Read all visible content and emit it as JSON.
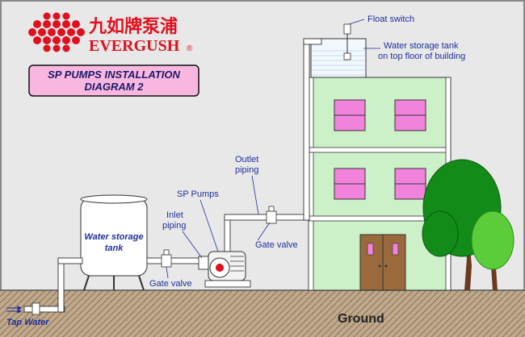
{
  "brand": {
    "chinese_name": "九如牌泵浦",
    "english_name": "EVERGUSH",
    "registered_mark": "®",
    "color": "#e0101e"
  },
  "title": {
    "line1": "SP PUMPS INSTALLATION",
    "line2": "DIAGRAM 2",
    "background_color": "#f9b7e0"
  },
  "labels": {
    "float_switch": "Float switch",
    "roof_tank_line1": "Water storage tank",
    "roof_tank_line2": "on top floor of building",
    "outlet_piping_line1": "Outlet",
    "outlet_piping_line2": "piping",
    "sp_pumps": "SP Pumps",
    "inlet_piping_line1": "Inlet",
    "inlet_piping_line2": "piping",
    "gate_valve_outlet": "Gate valve",
    "gate_valve_inlet": "Gate valve",
    "ground_tank_line1": "Water storage",
    "ground_tank_line2": "tank",
    "ground": "Ground",
    "tap_water": "Tap Water"
  },
  "colors": {
    "background": "#e8e8e8",
    "building": "#ccf0c8",
    "window": "#f283dc",
    "door": "#9a6a3c",
    "ground": "#c0a88a",
    "pipe": "#ffffff",
    "label_text": "#1f2f9c",
    "tree": "#128b18"
  },
  "icons": {
    "logo": "red-dot-cluster-icon",
    "pump": "centrifugal-pump-icon",
    "valve": "gate-valve-icon",
    "tap_flow": "double-arrow-icon"
  }
}
